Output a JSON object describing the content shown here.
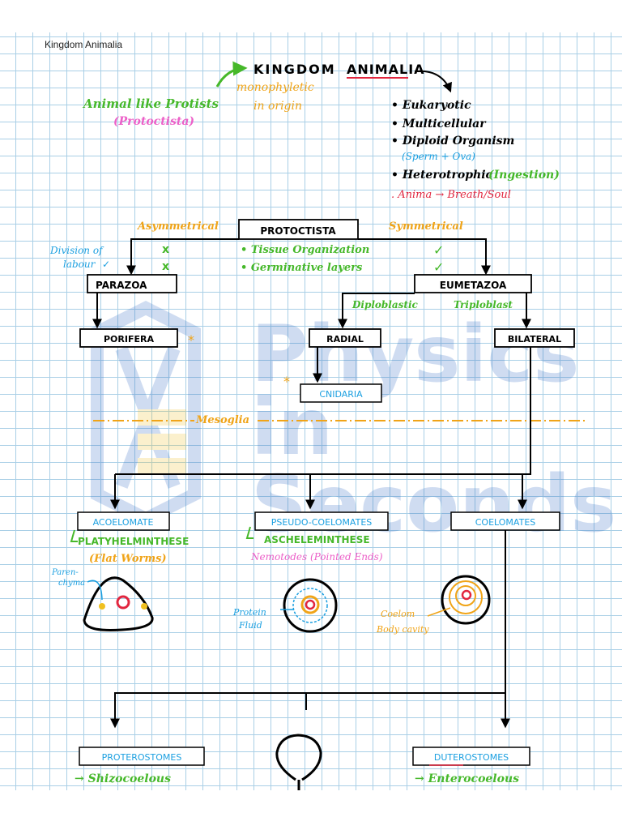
{
  "header": "Kingdom Animalia",
  "watermark": {
    "line1": "Physics",
    "line2": "in",
    "line3": "Seconds"
  },
  "colors": {
    "green": "#46b82a",
    "orange": "#f0a418",
    "red": "#e2263f",
    "blue": "#1a9fe0",
    "pink": "#ec60c8",
    "black": "#000000"
  },
  "top": {
    "title_kingdom": "KINGDOM",
    "title_animalia": "ANIMALIA",
    "animal_like": "Animal like Protists",
    "protoctista_paren": "(Protoctista)",
    "monophyletic": "monophyletic",
    "in_origin": "in origin",
    "traits": [
      "• Eukaryotic",
      "• Multicellular",
      "• Diploid Organism",
      "(Sperm + Ova)",
      "• Heterotrophic",
      "(Ingestion)",
      ". Anima → Breath/Soul"
    ]
  },
  "level1": {
    "protoctista": "PROTOCTISTA",
    "asymmetrical": "Asymmetrical",
    "symmetrical": "Symmetrical",
    "division": "Division of",
    "labour": "labour",
    "tissue": "• Tissue Organization",
    "germinative": "• Germinative layers",
    "cross": "x",
    "check": "✓"
  },
  "level2": {
    "parazoa": "PARAZOA",
    "eumetazoa": "EUMETAZOA",
    "diploblastic": "Diploblastic",
    "triploblast": "Triploblast",
    "porifera": "PORIFERA",
    "radial": "RADIAL",
    "bilateral": "BILATERAL",
    "cnidaria": "CNIDARIA",
    "mesoglia": "Mesoglia",
    "star": "*"
  },
  "level3": {
    "acoelomate": "ACOELOMATE",
    "pseudo": "PSEUDO-COELOMATES",
    "coelomates": "COELOMATES",
    "platy": "PLATYHELMINTHESE",
    "flat": "(Flat Worms)",
    "aschel": "ASCHELEMINTHESE",
    "nemotodes": "Nemotodes (Pointed Ends)",
    "paren1": "Paren-",
    "paren2": "chyma",
    "protein1": "Protein",
    "protein2": "Fluid",
    "coelom1": "Coelom",
    "coelom2": "Body cavity"
  },
  "level4": {
    "proterostomes": "PROTEROSTOMES",
    "duterostomes": "DUTEROSTOMES",
    "shizo": "→ Shizocoelous",
    "entero": "→ Enterocoelous"
  }
}
